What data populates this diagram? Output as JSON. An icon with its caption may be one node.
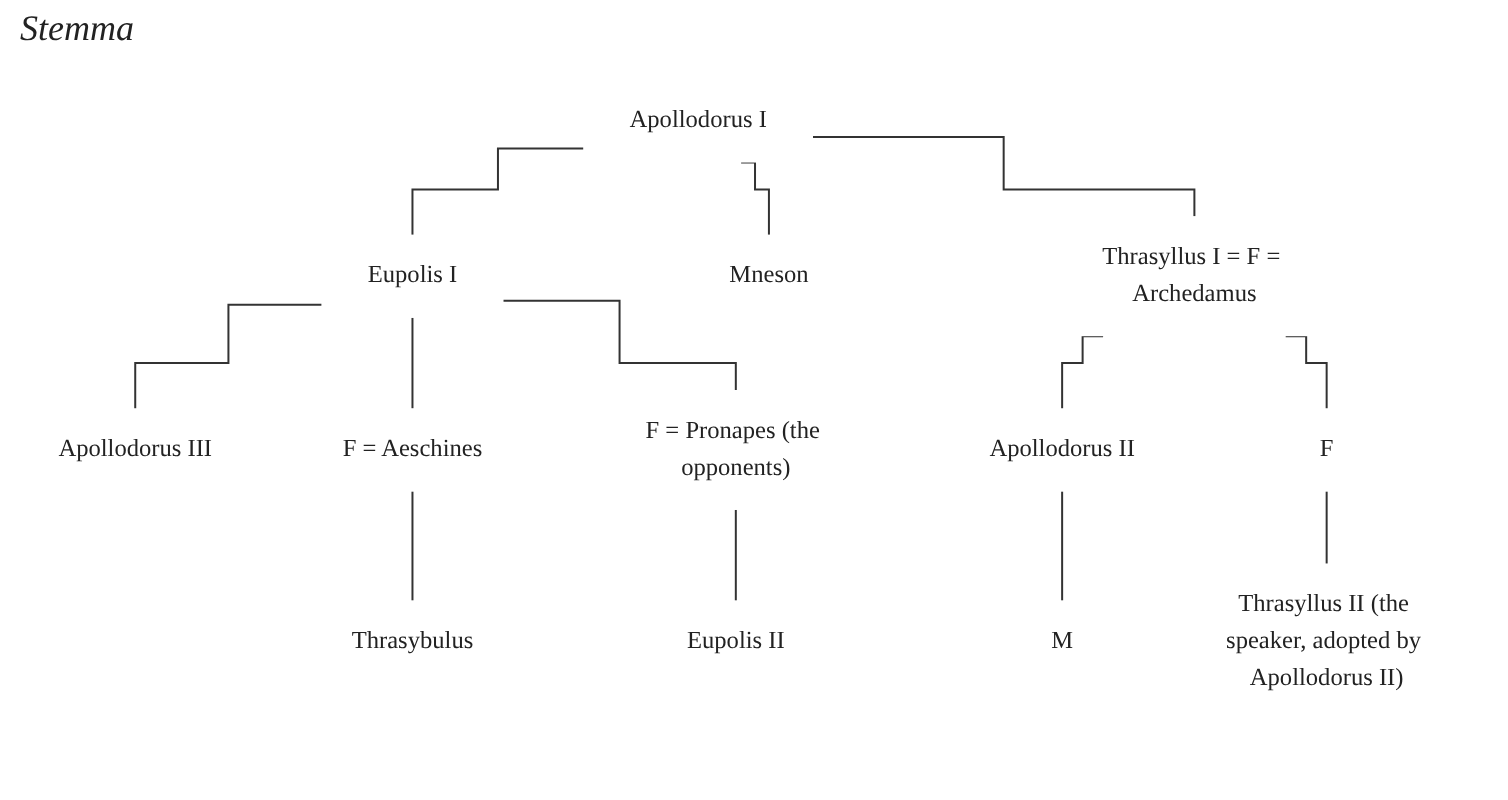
{
  "diagram": {
    "title": "Stemma",
    "nodes": [
      {
        "text": [
          "Apollodorus I"
        ]
      },
      {
        "text": [
          "Eupolis I"
        ]
      },
      {
        "text": [
          "Mneson"
        ]
      },
      {
        "text": [
          "Thrasyllus I = F = Archedamus"
        ]
      },
      {
        "text": [
          "Apollodorus III"
        ]
      },
      {
        "text": [
          "F = Aeschines"
        ]
      },
      {
        "text": [
          "F = Pronapes (the opponents)"
        ]
      },
      {
        "text": [
          "Apollodorus II"
        ]
      },
      {
        "text": [
          "F"
        ]
      },
      {
        "text": [
          "Thrasybulus"
        ]
      },
      {
        "text": [
          "Eupolis II"
        ]
      },
      {
        "text": [
          "M"
        ]
      },
      {
        "text": [
          "Thrasyllus II (the speaker, adopted by Apollodorus II)"
        ]
      }
    ],
    "edges": [
      {
        "from": 0,
        "to": 1,
        "arrow": "none"
      },
      {
        "from": 0,
        "to": 2,
        "arrow": "none"
      },
      {
        "from": 0,
        "to": 3,
        "arrow": "none"
      },
      {
        "from": 1,
        "to": 4,
        "arrow": "none"
      },
      {
        "from": 1,
        "to": 5,
        "arrow": "none"
      },
      {
        "from": 1,
        "to": 6,
        "arrow": "none"
      },
      {
        "from": 3,
        "to": 7,
        "arrow": "none"
      },
      {
        "from": 3,
        "to": 8,
        "arrow": "none"
      },
      {
        "from": 5,
        "to": 9,
        "arrow": "none"
      },
      {
        "from": 6,
        "to": 10,
        "arrow": "none"
      },
      {
        "from": 7,
        "to": 11,
        "arrow": "none"
      },
      {
        "from": 8,
        "to": 12,
        "arrow": "none"
      }
    ]
  }
}
